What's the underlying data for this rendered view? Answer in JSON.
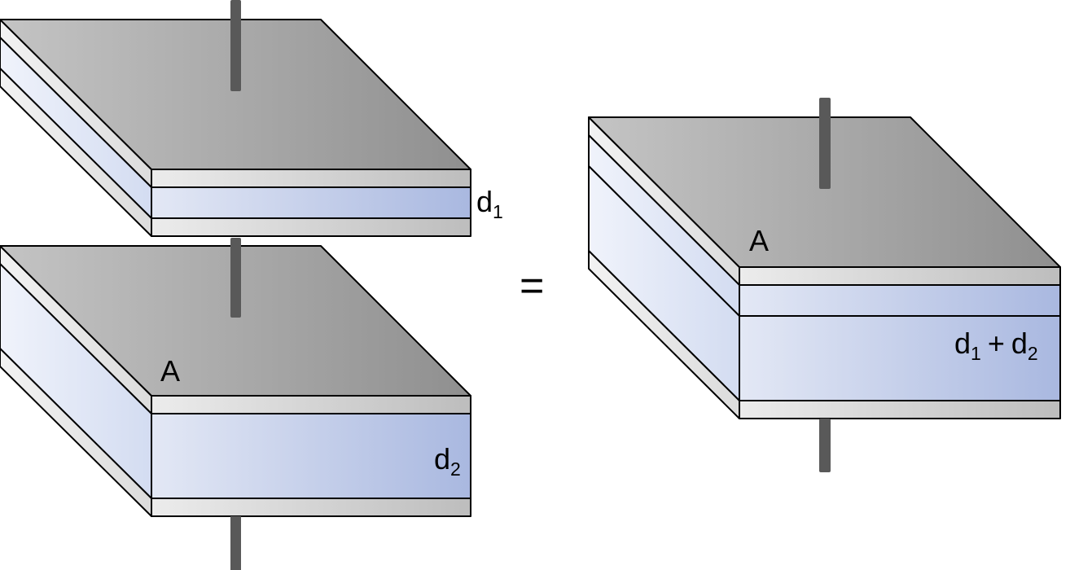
{
  "colors": {
    "plate_top": "#a6a6a6",
    "plate_side_light": "#ebebeb",
    "plate_side_dark": "#bdbdbd",
    "dielectric_light": "#e6eaf6",
    "dielectric_dark": "#aab8e0",
    "lead": "#595959",
    "outline": "#000000"
  },
  "capacitor_1": {
    "thickness_label": "d",
    "thickness_subscript": "1"
  },
  "capacitor_2": {
    "area_label": "A",
    "thickness_label": "d",
    "thickness_subscript": "2"
  },
  "equals_sign": "=",
  "combined_capacitor": {
    "area_label": "A",
    "thickness_d1_label": "d",
    "thickness_d1_subscript": "1",
    "plus": "+",
    "thickness_d2_label": "d",
    "thickness_d2_subscript": "2"
  }
}
